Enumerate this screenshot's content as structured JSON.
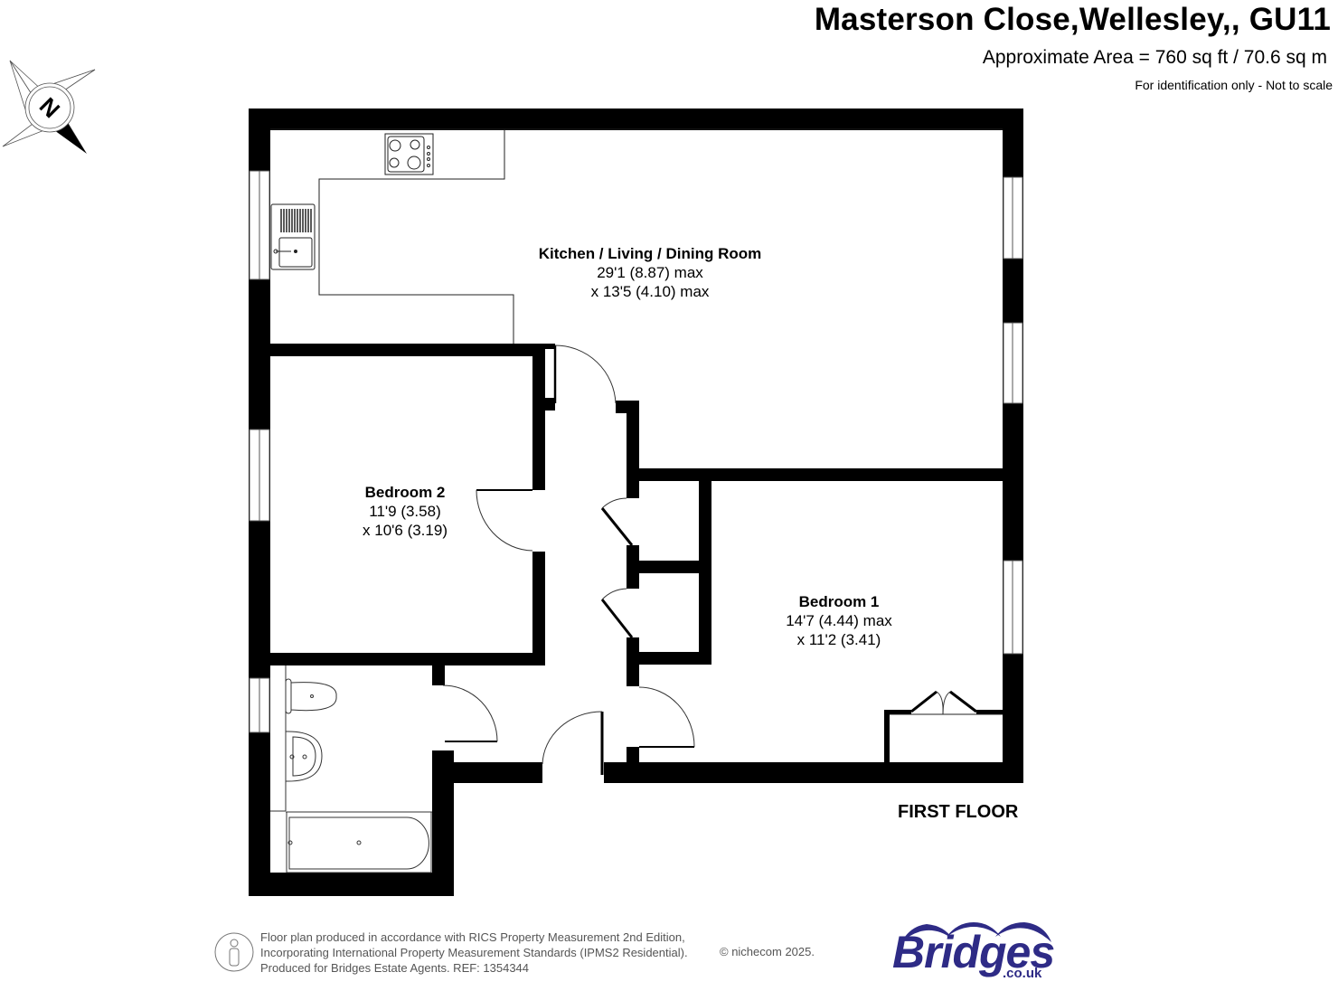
{
  "header": {
    "title": "Masterson Close,Wellesley,, GU11",
    "area": "Approximate Area = 760 sq ft / 70.6 sq m",
    "disclaimer": "For identification only - Not to scale"
  },
  "compass": {
    "icon": "north-compass-icon",
    "letter": "N"
  },
  "rooms": [
    {
      "name": "Kitchen / Living / Dining Room",
      "dim1": "29'1 (8.87) max",
      "dim2": "x 13'5 (4.10) max"
    },
    {
      "name": "Bedroom 2",
      "dim1": "11'9 (3.58)",
      "dim2": "x 10'6 (3.19)"
    },
    {
      "name": "Bedroom 1",
      "dim1": "14'7 (4.44) max",
      "dim2": "x 11'2 (3.41)"
    }
  ],
  "floor_label": "FIRST FLOOR",
  "fixtures": [
    "hob-icon",
    "sink-icon",
    "toilet-icon",
    "basin-icon",
    "bath-icon",
    "wardrobe-icon"
  ],
  "footer": {
    "line1": "Floor plan produced in accordance with RICS Property Measurement 2nd Edition,",
    "line2": "Incorporating International Property Measurement Standards (IPMS2 Residential).",
    "line3": "Produced for Bridges Estate Agents.   REF: 1354344",
    "copyright": "© nichecom 2025."
  },
  "logo": {
    "word": "Bridges",
    "domain": ".co.uk",
    "color": "#2e2b86"
  },
  "colors": {
    "wall": "#000000",
    "background": "#ffffff",
    "brand": "#2e2b86"
  }
}
